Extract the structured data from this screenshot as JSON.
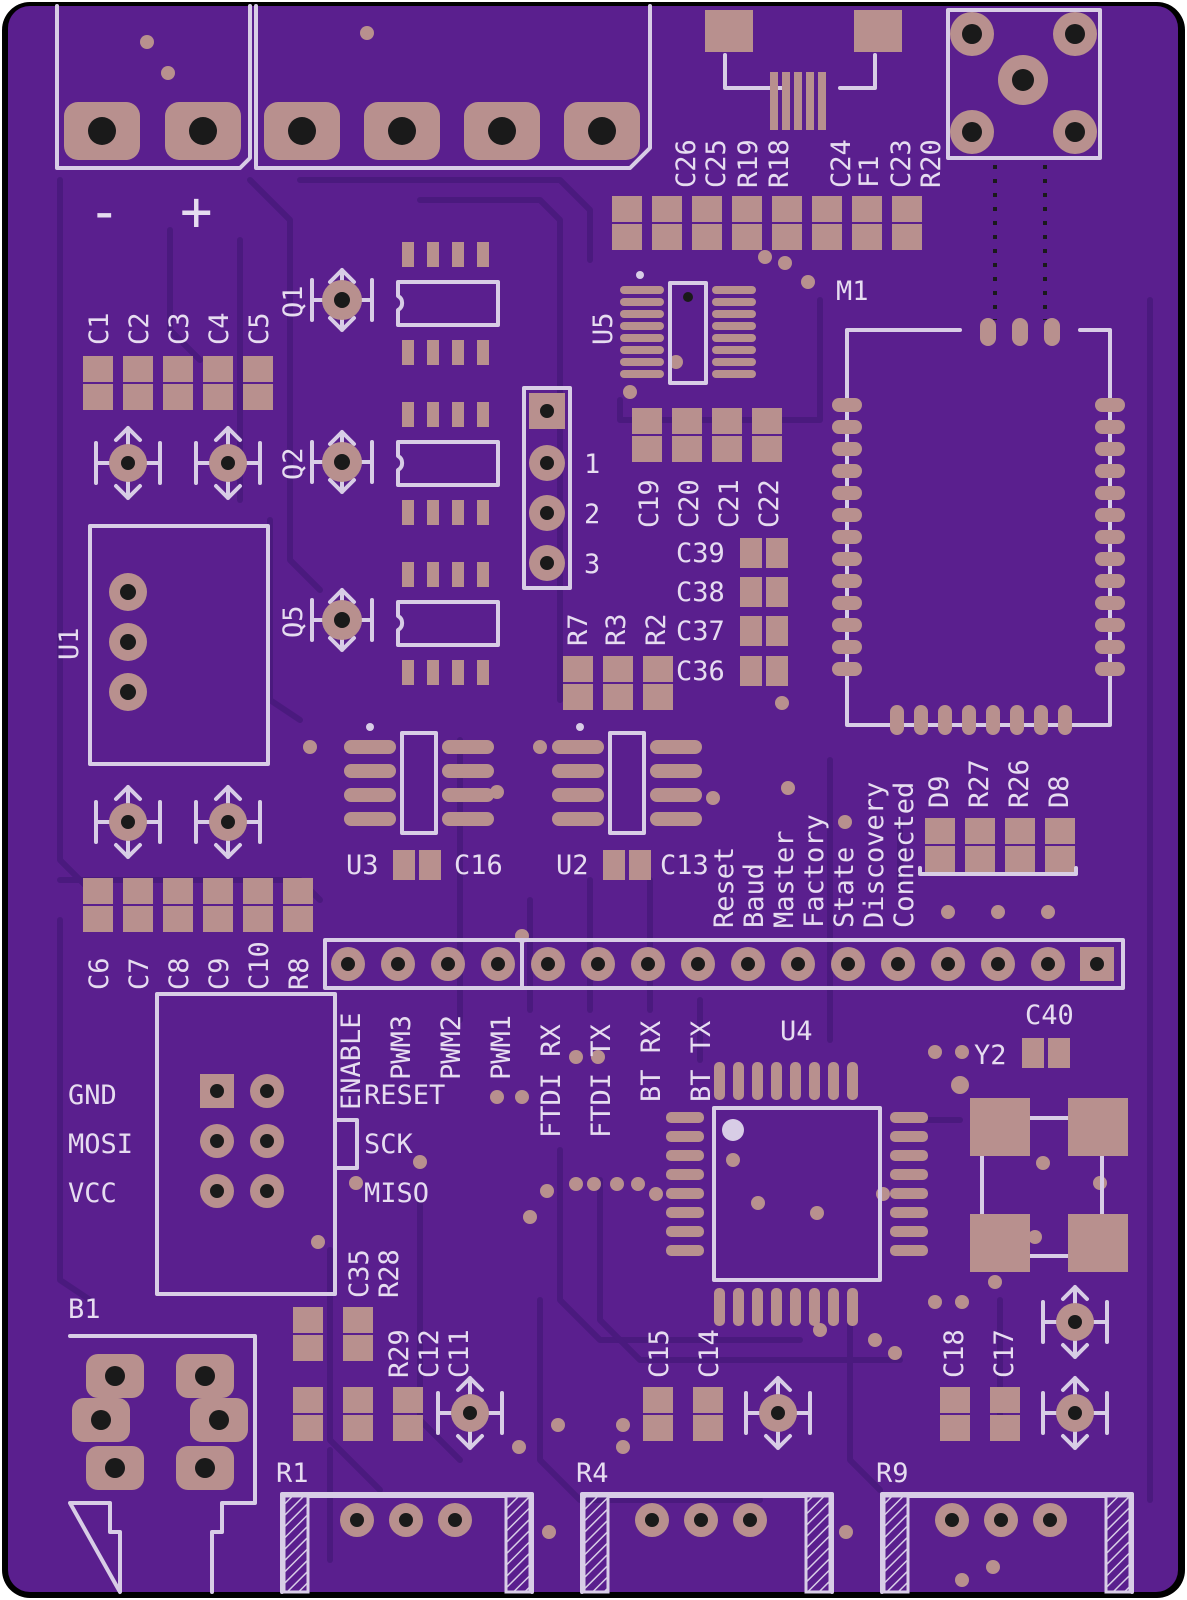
{
  "board": {
    "colors": {
      "background": "#5a1f8e",
      "copper": "#4a1a7e",
      "pad": "#b8908e",
      "silkscreen": "#d8cde6",
      "frame": "#000000"
    }
  },
  "labels": {
    "power_minus": "-",
    "power_plus": "+",
    "C26": "C26",
    "C25": "C25",
    "R19": "R19",
    "R18": "R18",
    "C24": "C24",
    "F1": "F1",
    "C23": "C23",
    "R20": "R20",
    "M1": "M1",
    "U5": "U5",
    "Q1": "Q1",
    "Q2": "Q2",
    "Q5": "Q5",
    "C1": "C1",
    "C2": "C2",
    "C3": "C3",
    "C4": "C4",
    "C5": "C5",
    "U1": "U1",
    "pin1": "1",
    "pin2": "2",
    "pin3": "3",
    "C19": "C19",
    "C20": "C20",
    "C21": "C21",
    "C22": "C22",
    "C39": "C39",
    "C38": "C38",
    "C37": "C37",
    "C36": "C36",
    "R7": "R7",
    "R3": "R3",
    "R2": "R2",
    "U3": "U3",
    "C16": "C16",
    "U2": "U2",
    "C13": "C13",
    "D9": "D9",
    "R27": "R27",
    "R26": "R26",
    "D8": "D8",
    "C6": "C6",
    "C7": "C7",
    "C8": "C8",
    "C9": "C9",
    "C10": "C10",
    "R8": "R8",
    "U4": "U4",
    "C40": "C40",
    "Y2": "Y2",
    "GND": "GND",
    "MOSI": "MOSI",
    "VCC": "VCC",
    "RESET": "RESET",
    "SCK": "SCK",
    "MISO": "MISO",
    "C35": "C35",
    "R28": "R28",
    "B1": "B1",
    "R29": "R29",
    "C12": "C12",
    "C11": "C11",
    "C15": "C15",
    "C14": "C14",
    "C18": "C18",
    "C17": "C17",
    "R1": "R1",
    "R4": "R4",
    "R9": "R9"
  },
  "header_labels": [
    "ENABLE",
    "PWM3",
    "PWM2",
    "PWM1",
    "FTDI RX",
    "FTDI TX",
    "BT RX",
    "BT TX"
  ],
  "status_labels": [
    "Reset",
    "Baud",
    "Master",
    "Factory",
    "State",
    "Discovery",
    "Connected"
  ]
}
